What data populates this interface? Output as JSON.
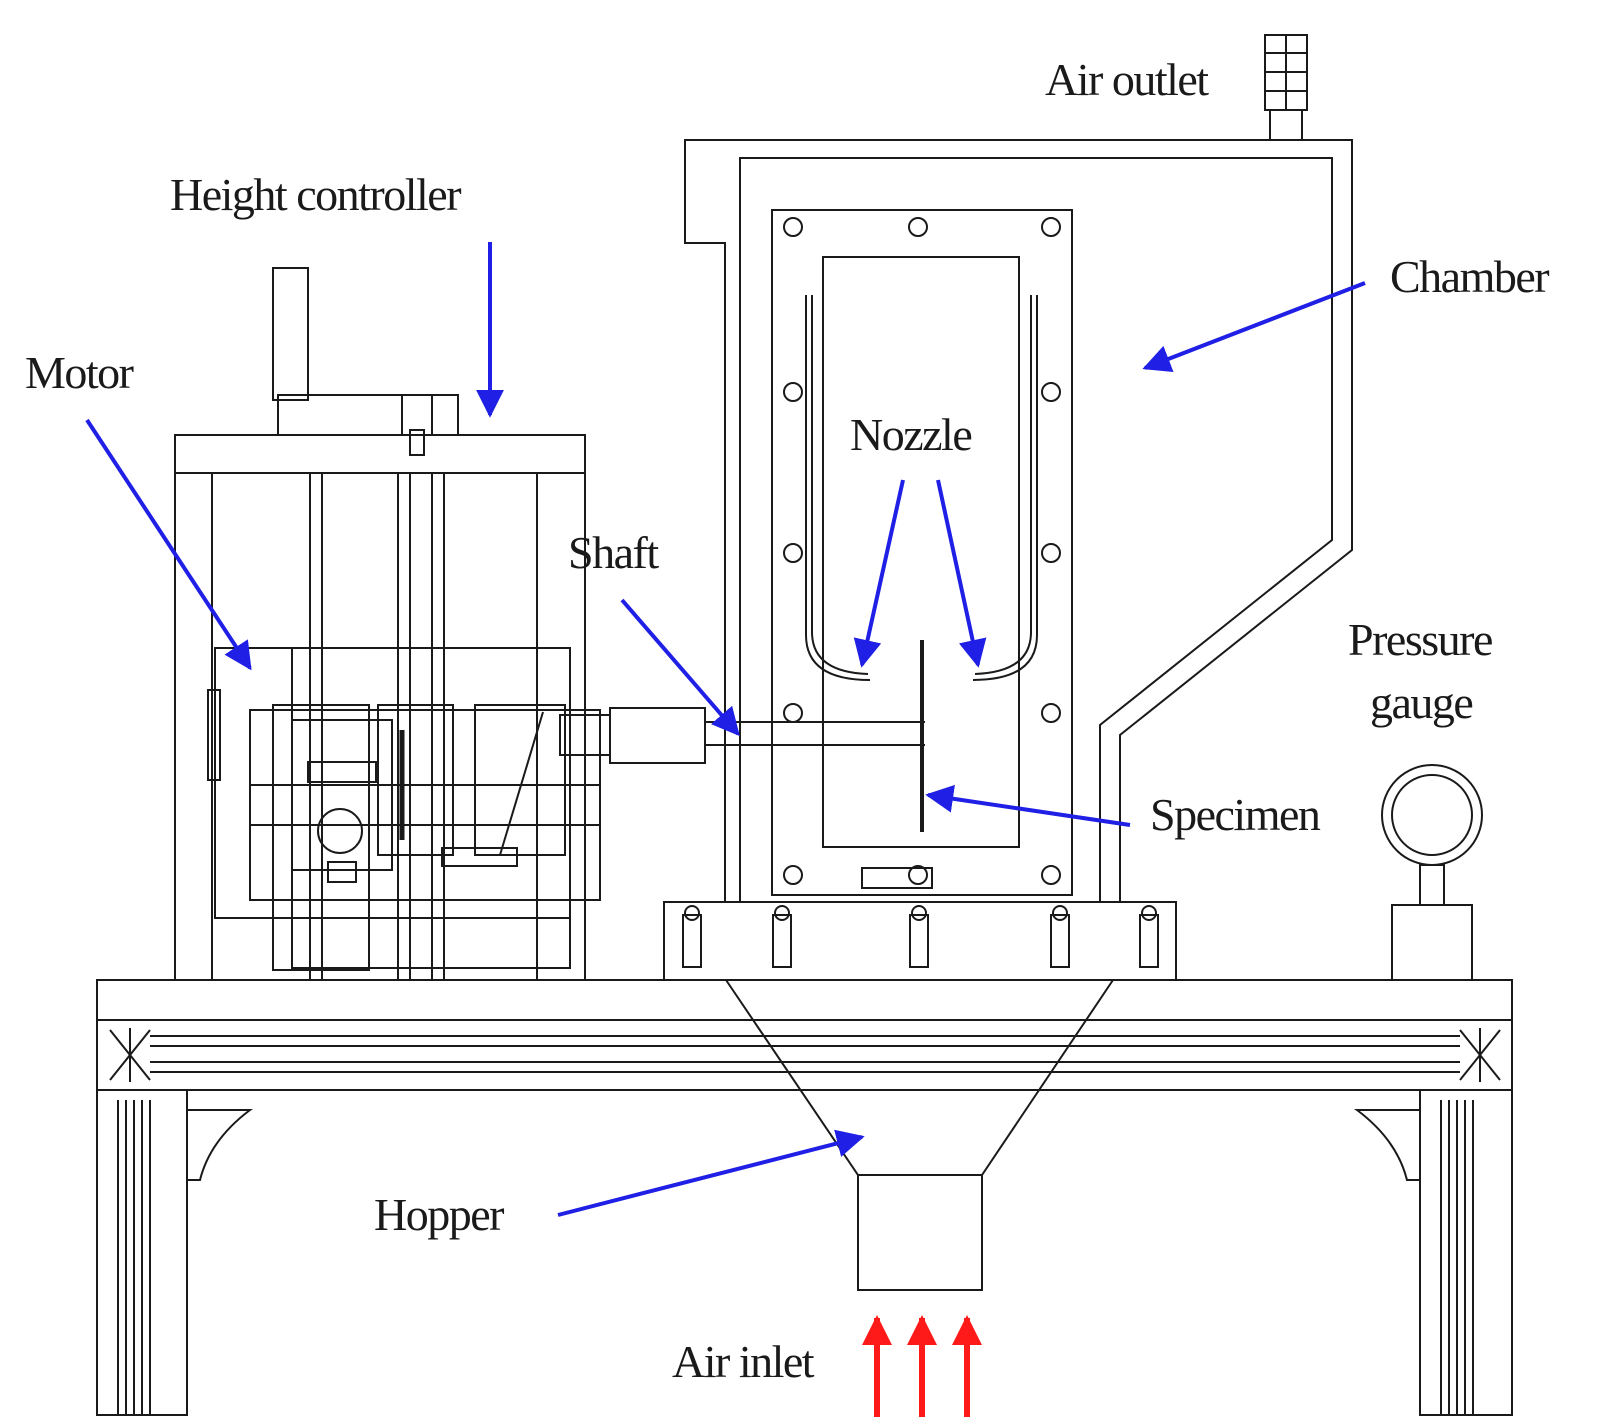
{
  "labels": {
    "air_outlet": "Air outlet",
    "height_controller": "Height controller",
    "motor": "Motor",
    "chamber": "Chamber",
    "nozzle": "Nozzle",
    "shaft": "Shaft",
    "pressure_line1": "Pressure",
    "pressure_line2": "gauge",
    "specimen": "Specimen",
    "hopper": "Hopper",
    "air_inlet": "Air inlet"
  },
  "colors": {
    "line": "#1a1a1a",
    "callout_arrow": "#1f1fe6",
    "airflow_arrow": "#ff1a1a",
    "background": "#ffffff"
  }
}
